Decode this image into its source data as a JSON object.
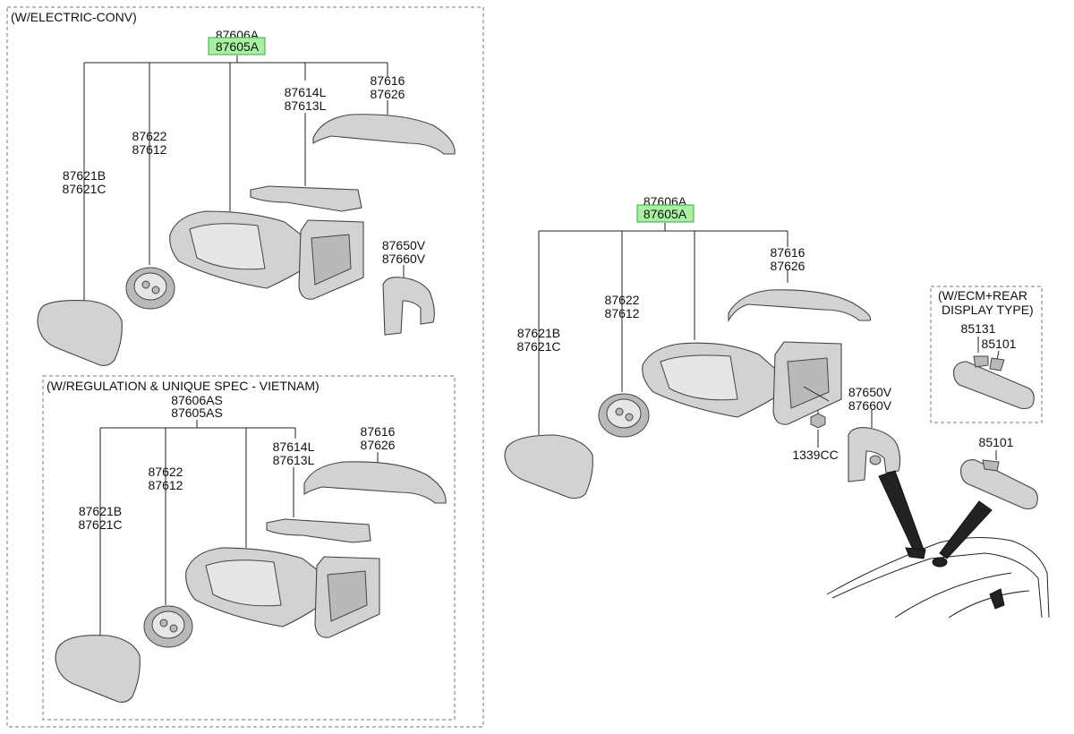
{
  "sections": {
    "electric": {
      "title": "(W/ELECTRIC-CONV)"
    },
    "vietnam": {
      "title": "(W/REGULATION & UNIQUE SPEC - VIETNAM)"
    },
    "ecm": {
      "title_line1": "(W/ECM+REAR",
      "title_line2": "DISPLAY TYPE)"
    }
  },
  "labels": {
    "electric": {
      "assy_a": "87606A",
      "assy_b": "87605A",
      "glass_a": "87621B",
      "glass_b": "87621C",
      "actuator_a": "87622",
      "actuator_b": "87612",
      "lamp_a": "87614L",
      "lamp_b": "87613L",
      "cover_a": "87616",
      "cover_b": "87626",
      "inner_a": "87650V",
      "inner_b": "87660V"
    },
    "vietnam": {
      "assy_a": "87606AS",
      "assy_b": "87605AS",
      "glass_a": "87621B",
      "glass_b": "87621C",
      "actuator_a": "87622",
      "actuator_b": "87612",
      "lamp_a": "87614L",
      "lamp_b": "87613L",
      "cover_a": "87616",
      "cover_b": "87626"
    },
    "main": {
      "assy_a": "87606A",
      "assy_b": "87605A",
      "glass_a": "87621B",
      "glass_b": "87621C",
      "actuator_a": "87622",
      "actuator_b": "87612",
      "cover_a": "87616",
      "cover_b": "87626",
      "inner_a": "87650V",
      "inner_b": "87660V",
      "nut": "1339CC"
    },
    "ecm": {
      "cover": "85131",
      "mirror": "85101"
    },
    "rear_mirror": "85101"
  },
  "colors": {
    "highlight": "#a8f0a2",
    "line": "#222222",
    "part_fill": "#d2d2d2"
  }
}
